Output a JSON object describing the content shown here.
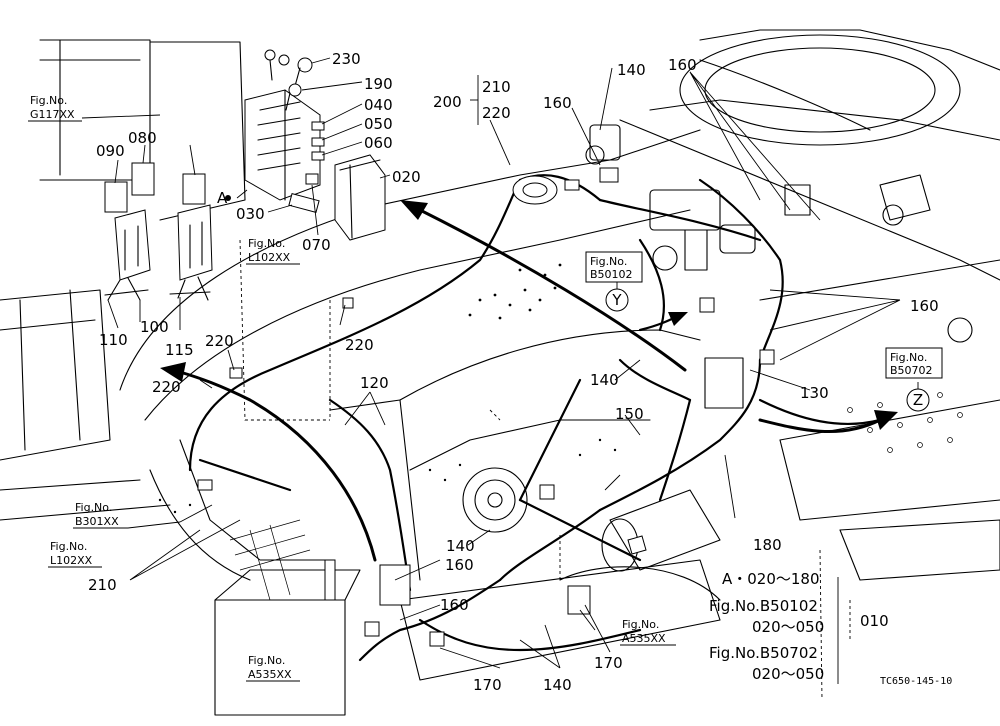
{
  "labels": {
    "l230": "230",
    "l190": "190",
    "l040": "040",
    "l050": "050",
    "l060": "060",
    "l020": "020",
    "l070": "070",
    "l030": "030",
    "lA": "A",
    "l090": "090",
    "l080": "080",
    "l110": "110",
    "l100": "100",
    "l115": "115",
    "l200": "200",
    "l210top": "210",
    "l220top": "220",
    "l140a": "140",
    "l160a": "160",
    "l160b": "160",
    "l160c": "160",
    "l220a": "220",
    "l220b": "220",
    "l220c": "220",
    "l120": "120",
    "l140b": "140",
    "l150": "150",
    "l130": "130",
    "l140c": "140",
    "l160d": "160",
    "l180": "180",
    "l160e": "160",
    "l210b": "210",
    "l170a": "170",
    "l140d": "140",
    "l170b": "170",
    "l010": "010",
    "lY": "Y",
    "lZ": "Z"
  },
  "fig_refs": {
    "g117_a": "Fig.No.",
    "g117_b": "G117XX",
    "l102top_a": "Fig.No.",
    "l102top_b": "L102XX",
    "b50102_a": "Fig.No.",
    "b50102_b": "B50102",
    "b50702_a": "Fig.No.",
    "b50702_b": "B50702",
    "b301_a": "Fig.No.",
    "b301_b": "B301XX",
    "l102bot_a": "Fig.No.",
    "l102bot_b": "L102XX",
    "a535mid_a": "Fig.No.",
    "a535mid_b": "A535XX",
    "a535bot_a": "Fig.No.",
    "a535bot_b": "A535XX"
  },
  "legend": {
    "line1": "A・020～180",
    "line2": "Fig.No.B50102",
    "line3": "020～050",
    "line4": "Fig.No.B50702",
    "line5": "020～050"
  },
  "drawing_code": "TC650-145-10"
}
